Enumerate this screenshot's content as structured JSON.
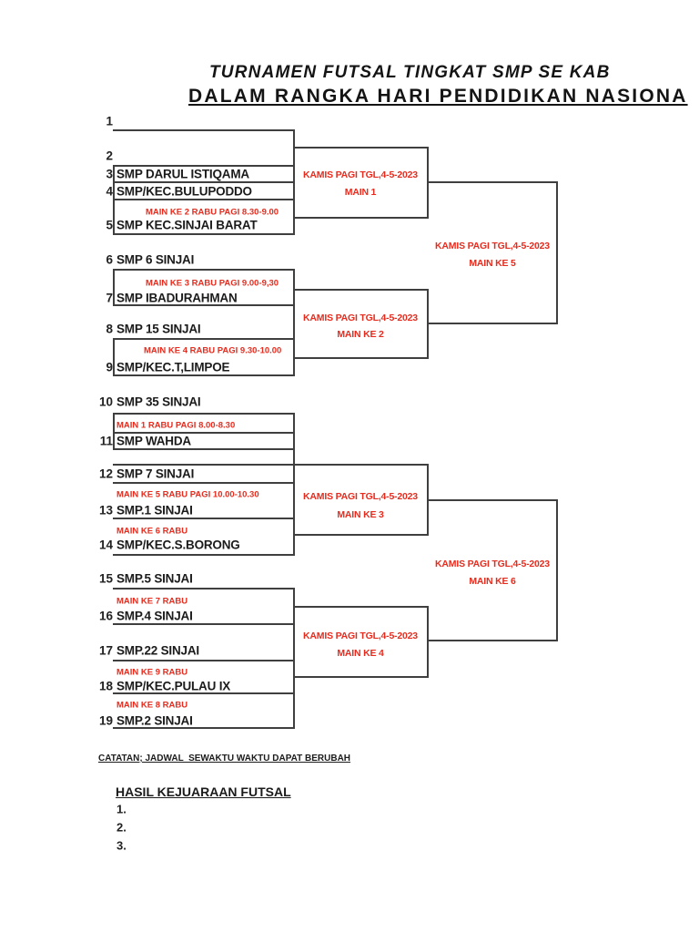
{
  "title": {
    "line1": "TURNAMEN FUTSAL TINGKAT SMP SE KAB",
    "line2": "DALAM RANGKA HARI PENDIDIKAN NASIONA"
  },
  "bracket": {
    "entries": [
      {
        "seed": "1",
        "name": ""
      },
      {
        "seed": "2",
        "name": ""
      },
      {
        "seed": "3",
        "name": "SMP DARUL ISTIQAMA"
      },
      {
        "seed": "4",
        "name": "SMP/KEC.BULUPODDO"
      },
      {
        "seed": "5",
        "name": "SMP KEC.SINJAI BARAT"
      },
      {
        "seed": "6",
        "name": "SMP 6 SINJAI"
      },
      {
        "seed": "7",
        "name": "SMP IBADURAHMAN"
      },
      {
        "seed": "8",
        "name": "SMP 15 SINJAI"
      },
      {
        "seed": "9",
        "name": "SMP/KEC.T,LIMPOE"
      },
      {
        "seed": "10",
        "name": "SMP 35 SINJAI"
      },
      {
        "seed": "11",
        "name": "SMP WAHDA"
      },
      {
        "seed": "12",
        "name": "SMP 7 SINJAI"
      },
      {
        "seed": "13",
        "name": "SMP.1 SINJAI"
      },
      {
        "seed": "14",
        "name": "SMP/KEC.S.BORONG"
      },
      {
        "seed": "15",
        "name": "SMP.5 SINJAI"
      },
      {
        "seed": "16",
        "name": "SMP.4 SINJAI"
      },
      {
        "seed": "17",
        "name": "SMP.22 SINJAI"
      },
      {
        "seed": "18",
        "name": "SMP/KEC.PULAU IX"
      },
      {
        "seed": "19",
        "name": "SMP.2 SINJAI"
      }
    ],
    "schedule_notes": [
      {
        "text": "MAIN KE 2 RABU PAGI 8.30-9.00"
      },
      {
        "text": "MAIN KE 3 RABU PAGI 9.00-9,30"
      },
      {
        "text": "MAIN KE 4 RABU PAGI 9.30-10.00"
      },
      {
        "text": "MAIN 1 RABU PAGI 8.00-8.30"
      },
      {
        "text": "MAIN KE 5 RABU PAGI 10.00-10.30"
      },
      {
        "text": "MAIN KE 6 RABU"
      },
      {
        "text": "MAIN KE 7 RABU"
      },
      {
        "text": "MAIN KE 9 RABU"
      },
      {
        "text": "MAIN KE 8 RABU"
      }
    ],
    "matches": [
      {
        "datetime": "KAMIS PAGI TGL,4-5-2023",
        "label": "MAIN 1"
      },
      {
        "datetime": "KAMIS PAGI TGL,4-5-2023",
        "label": "MAIN KE 2"
      },
      {
        "datetime": "KAMIS PAGI TGL,4-5-2023",
        "label": "MAIN KE 3"
      },
      {
        "datetime": "KAMIS PAGI TGL,4-5-2023",
        "label": "MAIN KE 4"
      },
      {
        "datetime": "KAMIS PAGI TGL,4-5-2023",
        "label": "MAIN KE 5"
      },
      {
        "datetime": "KAMIS PAGI TGL,4-5-2023",
        "label": "MAIN KE 6"
      }
    ]
  },
  "footer": {
    "note": "CATATAN; JADWAL  SEWAKTU WAKTU DAPAT BERUBAH",
    "results_title": "HASIL KEJUARAAN FUTSAL",
    "results": [
      "1.",
      "2.",
      "3."
    ]
  },
  "colors": {
    "accent_red": "#e62c1e",
    "line": "#3f3f3f",
    "text": "#1b1b1b"
  }
}
